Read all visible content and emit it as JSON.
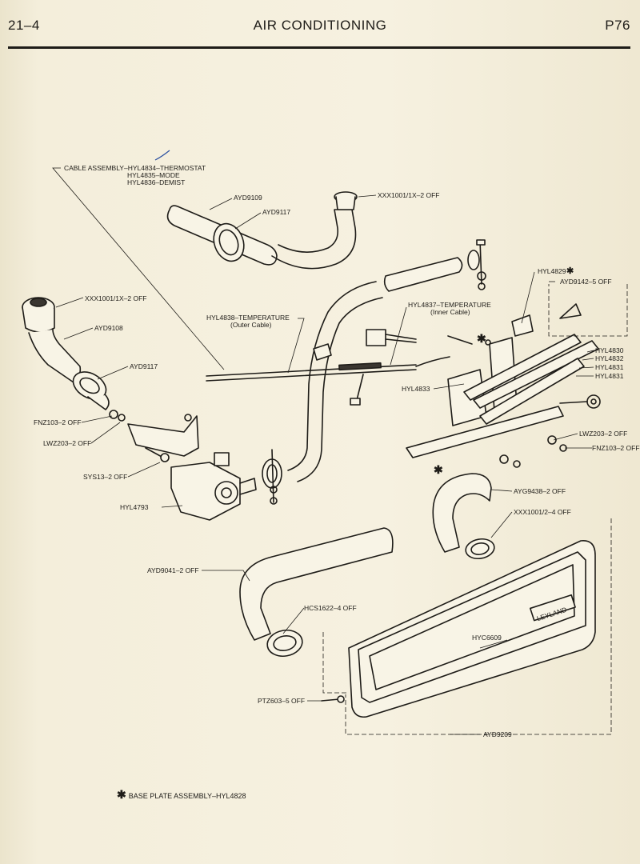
{
  "header": {
    "section": "21–4",
    "title": "AIR CONDITIONING",
    "page": "P76"
  },
  "labels": {
    "cable_assembly": "CABLE ASSEMBLY–HYL4834–THERMOSTAT",
    "cable_mode": "HYL4835–MODE",
    "cable_demist": "HYL4836–DEMIST",
    "ayd9109": "AYD9109",
    "ayd9117_top": "AYD9117",
    "clip_top": "XXX1001/1X–2 OFF",
    "clip_left": "XXX1001/1X–2 OFF",
    "ayd9108": "AYD9108",
    "ayd9117_left": "AYD9117",
    "hyl4838": "HYL4838–TEMPERATURE",
    "hyl4838_sub": "(Outer Cable)",
    "hyl4837": "HYL4837–TEMPERATURE",
    "hyl4837_sub": "(Inner Cable)",
    "hyl4829": "HYL4829",
    "ayd9142": "AYD9142–5 OFF",
    "hyl4830": "HYL4830",
    "hyl4832": "HYL4832",
    "hyl4831": "HYL4831",
    "hyl4831b": "HYL4831",
    "hyl4833": "HYL4833",
    "fnz103_left": "FNZ103–2 OFF",
    "lwz203_left": "LWZ203–2 OFF",
    "sys13": "SYS13–2 OFF",
    "hyl4793": "HYL4793",
    "lwz203_right": "LWZ203–2 OFF",
    "fnz103_right": "FNZ103–2 OFF",
    "ayg9438": "AYG9438–2 OFF",
    "xxx1001_24": "XXX1001/2–4 OFF",
    "ayd9041": "AYD9041–2 OFF",
    "hcs1622": "HCS1622–4 OFF",
    "hyc6609": "HYC6609",
    "ptz603": "PTZ603–5 OFF",
    "ayd9209": "AYD9209",
    "grille_badge": "LEYLAND"
  },
  "footnote": {
    "marker": "✱",
    "text": "BASE PLATE ASSEMBLY–HYL4828"
  }
}
